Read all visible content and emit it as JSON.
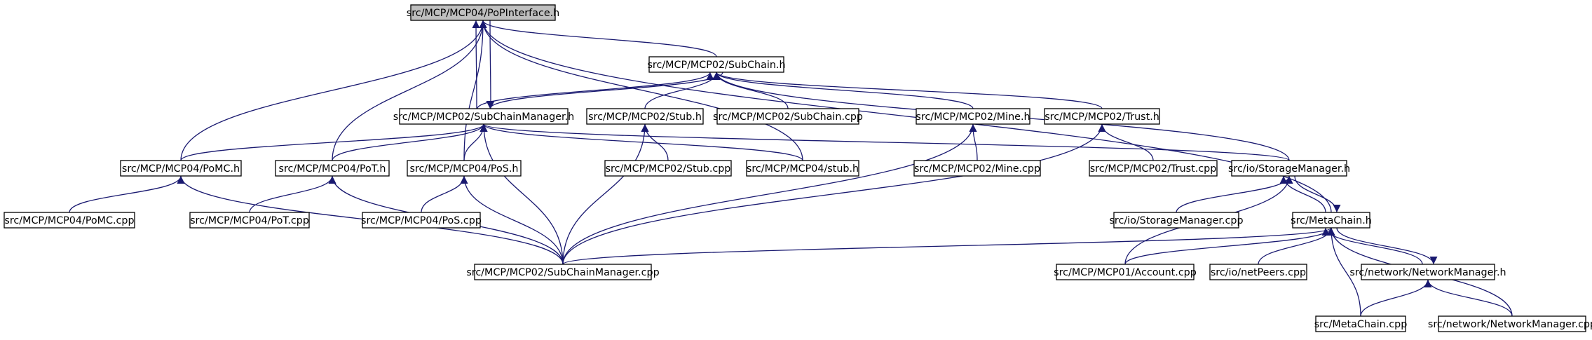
{
  "diagram": {
    "type": "include-dependency-graph",
    "colors": {
      "edge": "#191970",
      "node_border": "#000000",
      "root_fill": "#bfbfbf",
      "node_fill": "#ffffff"
    },
    "nodes": [
      {
        "id": "popinterface_h",
        "label": "src/MCP/MCP04/PoPInterface.h",
        "root": true
      },
      {
        "id": "subchain_h",
        "label": "src/MCP/MCP02/SubChain.h"
      },
      {
        "id": "subchainmanager_h",
        "label": "src/MCP/MCP02/SubChainManager.h"
      },
      {
        "id": "stub_h",
        "label": "src/MCP/MCP02/Stub.h"
      },
      {
        "id": "subchain_cpp",
        "label": "src/MCP/MCP02/SubChain.cpp"
      },
      {
        "id": "mine_h",
        "label": "src/MCP/MCP02/Mine.h"
      },
      {
        "id": "trust_h",
        "label": "src/MCP/MCP02/Trust.h"
      },
      {
        "id": "pomc_h",
        "label": "src/MCP/MCP04/PoMC.h"
      },
      {
        "id": "pot_h",
        "label": "src/MCP/MCP04/PoT.h"
      },
      {
        "id": "pos_h",
        "label": "src/MCP/MCP04/PoS.h"
      },
      {
        "id": "stub_cpp",
        "label": "src/MCP/MCP02/Stub.cpp"
      },
      {
        "id": "stub4_h",
        "label": "src/MCP/MCP04/stub.h"
      },
      {
        "id": "mine_cpp",
        "label": "src/MCP/MCP02/Mine.cpp"
      },
      {
        "id": "trust_cpp",
        "label": "src/MCP/MCP02/Trust.cpp"
      },
      {
        "id": "storagemanager_h",
        "label": "src/io/StorageManager.h"
      },
      {
        "id": "pomc_cpp",
        "label": "src/MCP/MCP04/PoMC.cpp"
      },
      {
        "id": "pot_cpp",
        "label": "src/MCP/MCP04/PoT.cpp"
      },
      {
        "id": "pos_cpp",
        "label": "src/MCP/MCP04/PoS.cpp"
      },
      {
        "id": "storagemanager_cpp",
        "label": "src/io/StorageManager.cpp"
      },
      {
        "id": "metachain_h",
        "label": "src/MetaChain.h"
      },
      {
        "id": "subchainmanager_cpp",
        "label": "src/MCP/MCP02/SubChainManager.cpp"
      },
      {
        "id": "account_cpp",
        "label": "src/MCP/MCP01/Account.cpp"
      },
      {
        "id": "netpeers_cpp",
        "label": "src/io/netPeers.cpp"
      },
      {
        "id": "networkmanager_h",
        "label": "src/network/NetworkManager.h"
      },
      {
        "id": "metachain_cpp",
        "label": "src/MetaChain.cpp"
      },
      {
        "id": "networkmanager_cpp",
        "label": "src/network/NetworkManager.cpp"
      }
    ],
    "edges": [
      [
        "subchain_h",
        "popinterface_h"
      ],
      [
        "subchainmanager_h",
        "popinterface_h"
      ],
      [
        "popinterface_h",
        "subchainmanager_h"
      ],
      [
        "pomc_h",
        "popinterface_h"
      ],
      [
        "pot_h",
        "popinterface_h"
      ],
      [
        "pos_h",
        "popinterface_h"
      ],
      [
        "stub4_h",
        "popinterface_h"
      ],
      [
        "metachain_h",
        "popinterface_h"
      ],
      [
        "subchainmanager_h",
        "subchain_h"
      ],
      [
        "subchain_h",
        "subchainmanager_h"
      ],
      [
        "stub_h",
        "subchain_h"
      ],
      [
        "subchain_cpp",
        "subchain_h"
      ],
      [
        "mine_h",
        "subchain_h"
      ],
      [
        "trust_h",
        "subchain_h"
      ],
      [
        "storagemanager_h",
        "subchain_h"
      ],
      [
        "pomc_h",
        "subchainmanager_h"
      ],
      [
        "pot_h",
        "subchainmanager_h"
      ],
      [
        "pos_h",
        "subchainmanager_h"
      ],
      [
        "stub4_h",
        "subchainmanager_h"
      ],
      [
        "storagemanager_h",
        "subchainmanager_h"
      ],
      [
        "subchainmanager_cpp",
        "subchainmanager_h"
      ],
      [
        "stub_cpp",
        "stub_h"
      ],
      [
        "subchainmanager_cpp",
        "stub_h"
      ],
      [
        "mine_cpp",
        "mine_h"
      ],
      [
        "subchainmanager_cpp",
        "mine_h"
      ],
      [
        "trust_cpp",
        "trust_h"
      ],
      [
        "subchainmanager_cpp",
        "trust_h"
      ],
      [
        "pomc_cpp",
        "pomc_h"
      ],
      [
        "subchainmanager_cpp",
        "pomc_h"
      ],
      [
        "pot_cpp",
        "pot_h"
      ],
      [
        "subchainmanager_cpp",
        "pot_h"
      ],
      [
        "pos_cpp",
        "pos_h"
      ],
      [
        "subchainmanager_cpp",
        "pos_h"
      ],
      [
        "storagemanager_cpp",
        "storagemanager_h"
      ],
      [
        "metachain_h",
        "storagemanager_h"
      ],
      [
        "storagemanager_h",
        "metachain_h"
      ],
      [
        "account_cpp",
        "storagemanager_h"
      ],
      [
        "subchainmanager_cpp",
        "metachain_h"
      ],
      [
        "account_cpp",
        "metachain_h"
      ],
      [
        "netpeers_cpp",
        "metachain_h"
      ],
      [
        "networkmanager_h",
        "metachain_h"
      ],
      [
        "metachain_h",
        "networkmanager_h"
      ],
      [
        "metachain_cpp",
        "metachain_h"
      ],
      [
        "networkmanager_cpp",
        "metachain_h"
      ],
      [
        "metachain_cpp",
        "networkmanager_h"
      ],
      [
        "networkmanager_cpp",
        "networkmanager_h"
      ]
    ]
  }
}
